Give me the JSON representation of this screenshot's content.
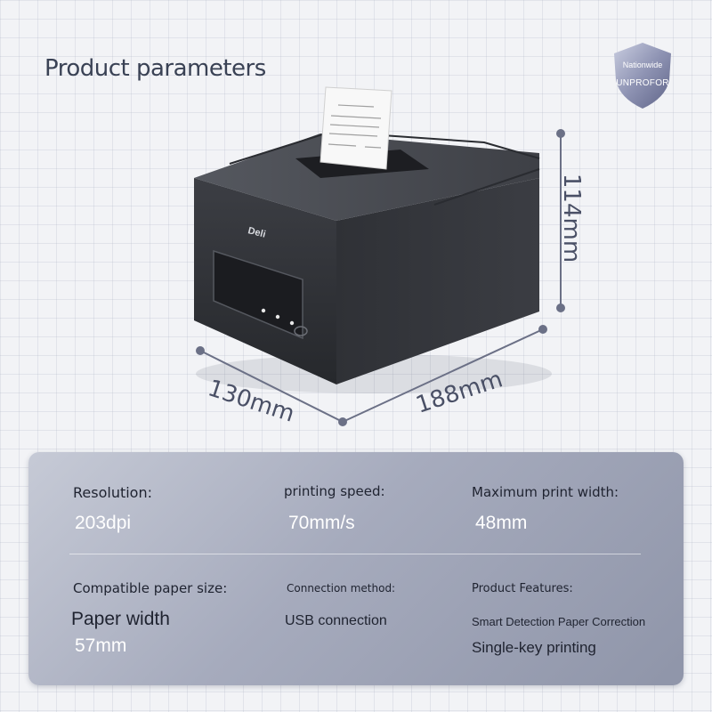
{
  "header": {
    "title": "Product parameters"
  },
  "badge": {
    "line1": "Nationwide",
    "line2": "UNPROFOR"
  },
  "product": {
    "brand": "Deli",
    "dimensions": {
      "height": "114mm",
      "depth": "130mm",
      "width": "188mm"
    }
  },
  "specs": {
    "resolution": {
      "label": "Resolution:",
      "value": "203dpi"
    },
    "printing_speed": {
      "label": "printing speed:",
      "value": "70mm/s"
    },
    "max_print_width": {
      "label": "Maximum print width:",
      "value": "48mm"
    },
    "paper_size": {
      "label": "Compatible paper size:",
      "value_line1": "Paper width",
      "value_line2": "57mm"
    },
    "connection": {
      "label": "Connection method:",
      "value": "USB connection"
    },
    "features": {
      "label": "Product Features:",
      "value_line1": "Smart Detection Paper Correction",
      "value_line2": "Single-key printing"
    }
  },
  "colors": {
    "panel": "#a6abbd",
    "title": "#3a4255",
    "printer_body": "#34363b"
  }
}
